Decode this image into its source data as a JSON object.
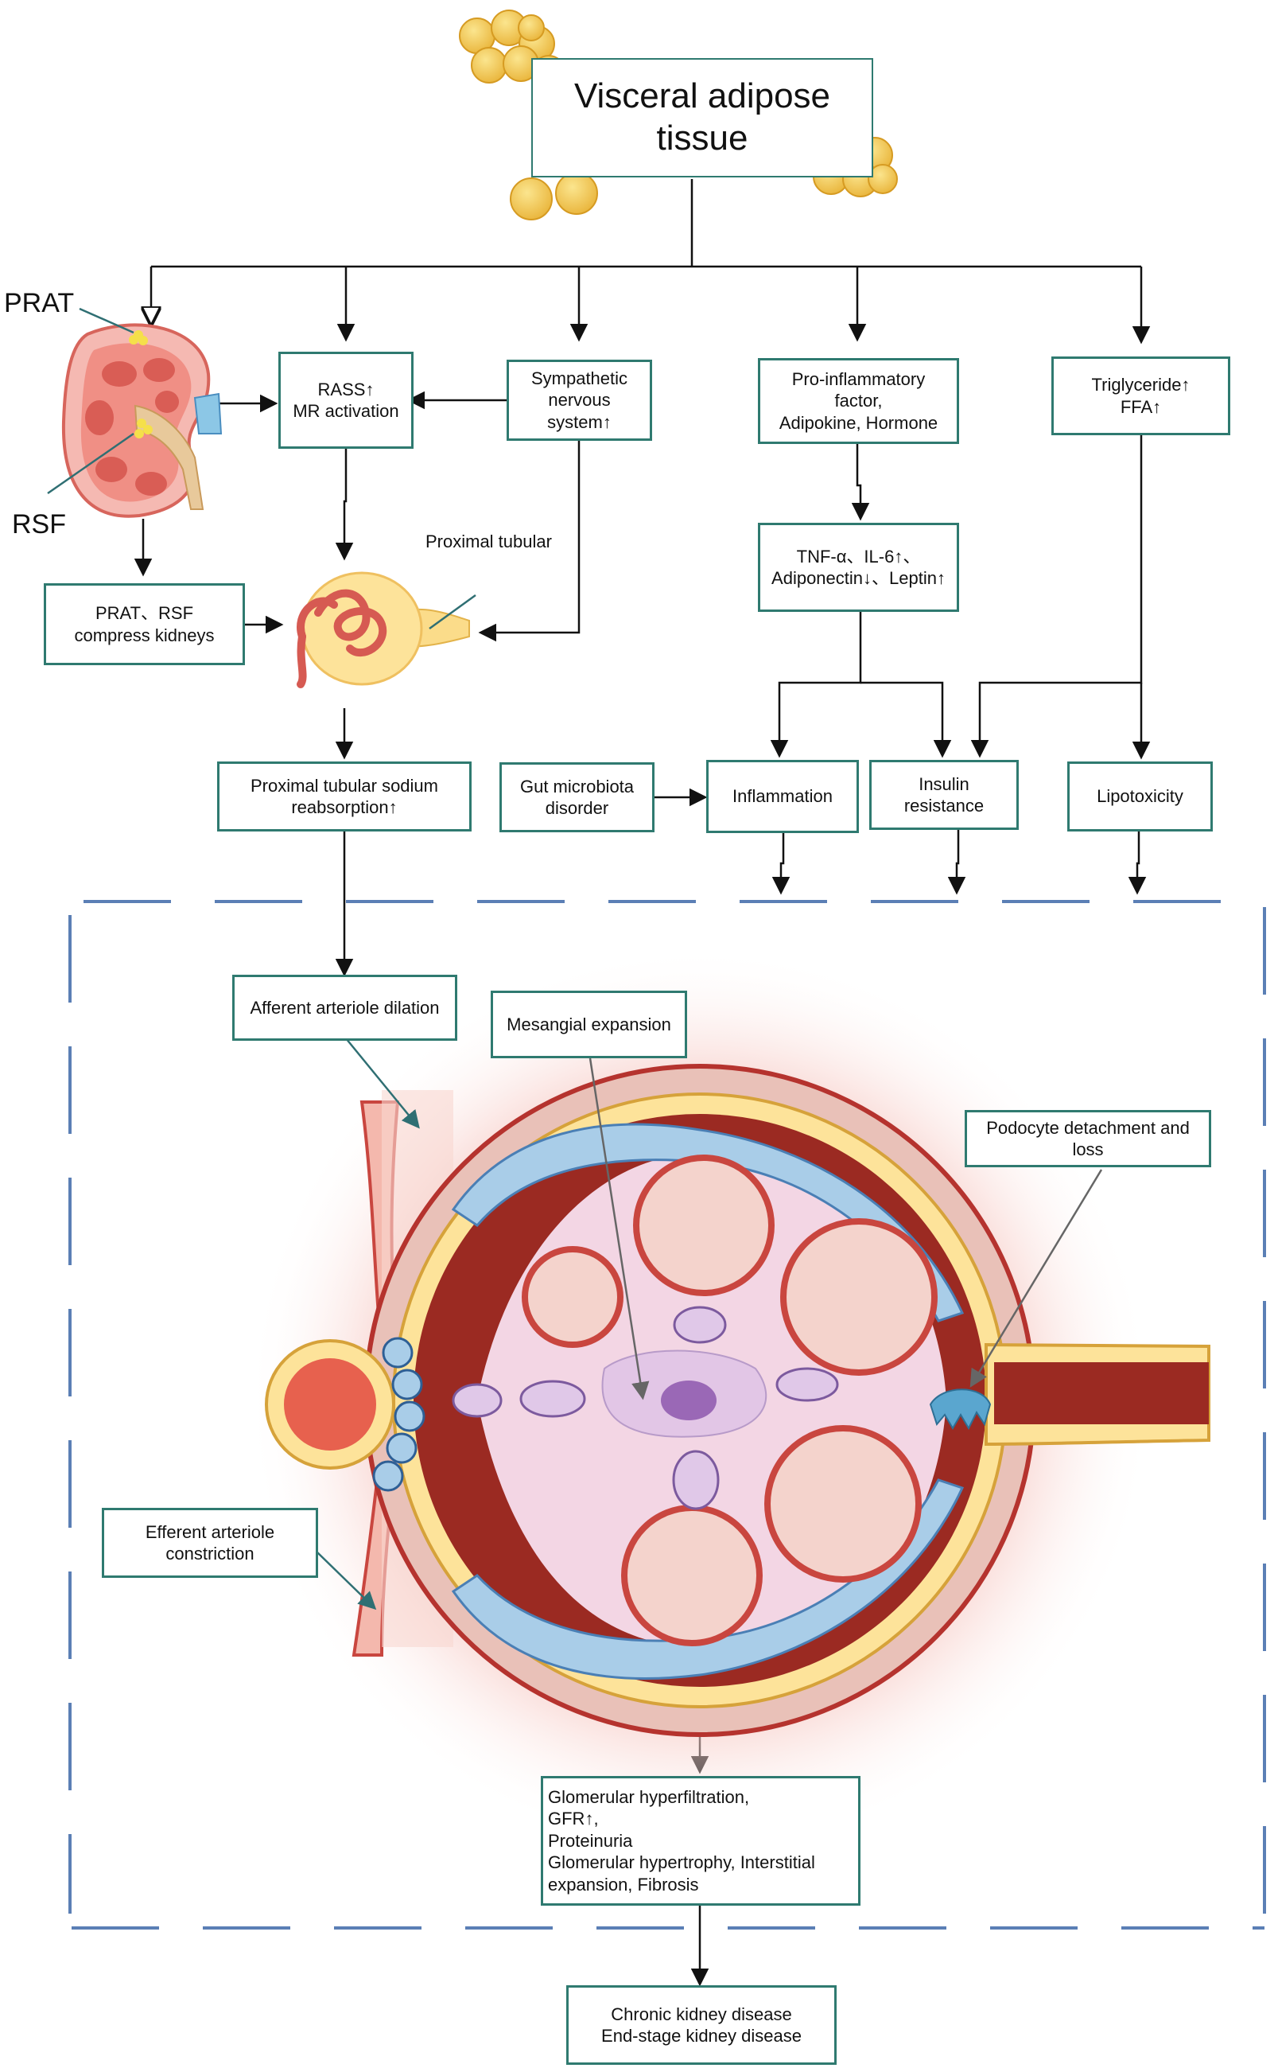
{
  "top": {
    "line1": "Visceral adipose",
    "line2": "tissue"
  },
  "labels": {
    "prat": "PRAT",
    "rsf": "RSF",
    "proximal_tubular": "Proximal tubular"
  },
  "boxes": {
    "rass": [
      "RASS↑",
      "MR activation"
    ],
    "sympathetic": [
      "Sympathetic",
      "nervous system↑"
    ],
    "pro_inflammatory": [
      "Pro-inflammatory factor,",
      "Adipokine, Hormone"
    ],
    "triglyceride": [
      "Triglyceride↑",
      "FFA↑"
    ],
    "compress": [
      "PRAT、RSF",
      "compress kidneys"
    ],
    "tnf": [
      "TNF-α、IL-6↑、",
      "Adiponectin↓、Leptin↑"
    ],
    "sodium": [
      "Proximal tubular sodium",
      "reabsorption↑"
    ],
    "gut": [
      "Gut microbiota",
      "disorder"
    ],
    "inflammation": "Inflammation",
    "insulin": "Insulin resistance",
    "lipotoxicity": "Lipotoxicity",
    "afferent": "Afferent arteriole dilation",
    "mesangial": "Mesangial expansion",
    "podocyte": [
      "Podocyte detachment and",
      "loss"
    ],
    "efferent": [
      "Efferent arteriole",
      "constriction"
    ],
    "glomerular": [
      "Glomerular hyperfiltration,",
      "GFR↑,",
      "Proteinuria",
      "Glomerular hypertrophy, Interstitial",
      "expansion, Fibrosis"
    ],
    "ckd": [
      "Chronic kidney disease",
      "End-stage kidney disease"
    ]
  },
  "colors": {
    "box_border": "#2f7a70",
    "dash": "#5b7fb5",
    "fat": "#f2c64d",
    "tubule": "#e77b6f",
    "capsule": "#c9463f",
    "podocyte": "#a9cde8"
  }
}
